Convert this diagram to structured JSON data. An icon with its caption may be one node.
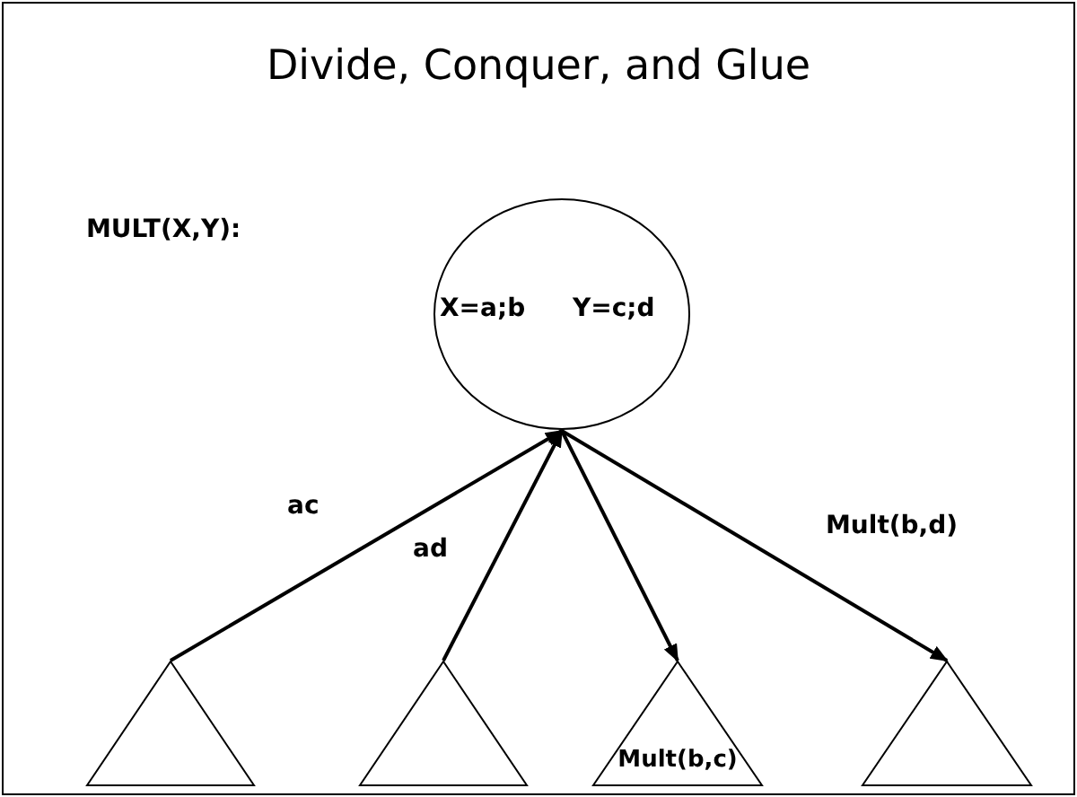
{
  "diagram": {
    "title": "Divide, Conquer, and Glue",
    "nodes": [
      {
        "text": [
          "X=a;b",
          "Y=c;d"
        ]
      },
      {
        "text": [],
        "shape": "triangle"
      },
      {
        "text": [],
        "shape": "triangle"
      },
      {
        "text": [
          "Mult(b,c)"
        ]
      },
      {
        "text": [],
        "shape": "triangle"
      }
    ],
    "edges": [
      {
        "from": 1,
        "to": 0,
        "arrow": "to",
        "label": "ac"
      },
      {
        "from": 2,
        "to": 0,
        "arrow": "to",
        "label": "ad"
      },
      {
        "from": 0,
        "to": 3,
        "arrow": "to"
      },
      {
        "from": 0,
        "to": 4,
        "arrow": "to",
        "label": "Mult(b,d)"
      }
    ],
    "labels": [
      "MULT(X,Y):"
    ]
  }
}
